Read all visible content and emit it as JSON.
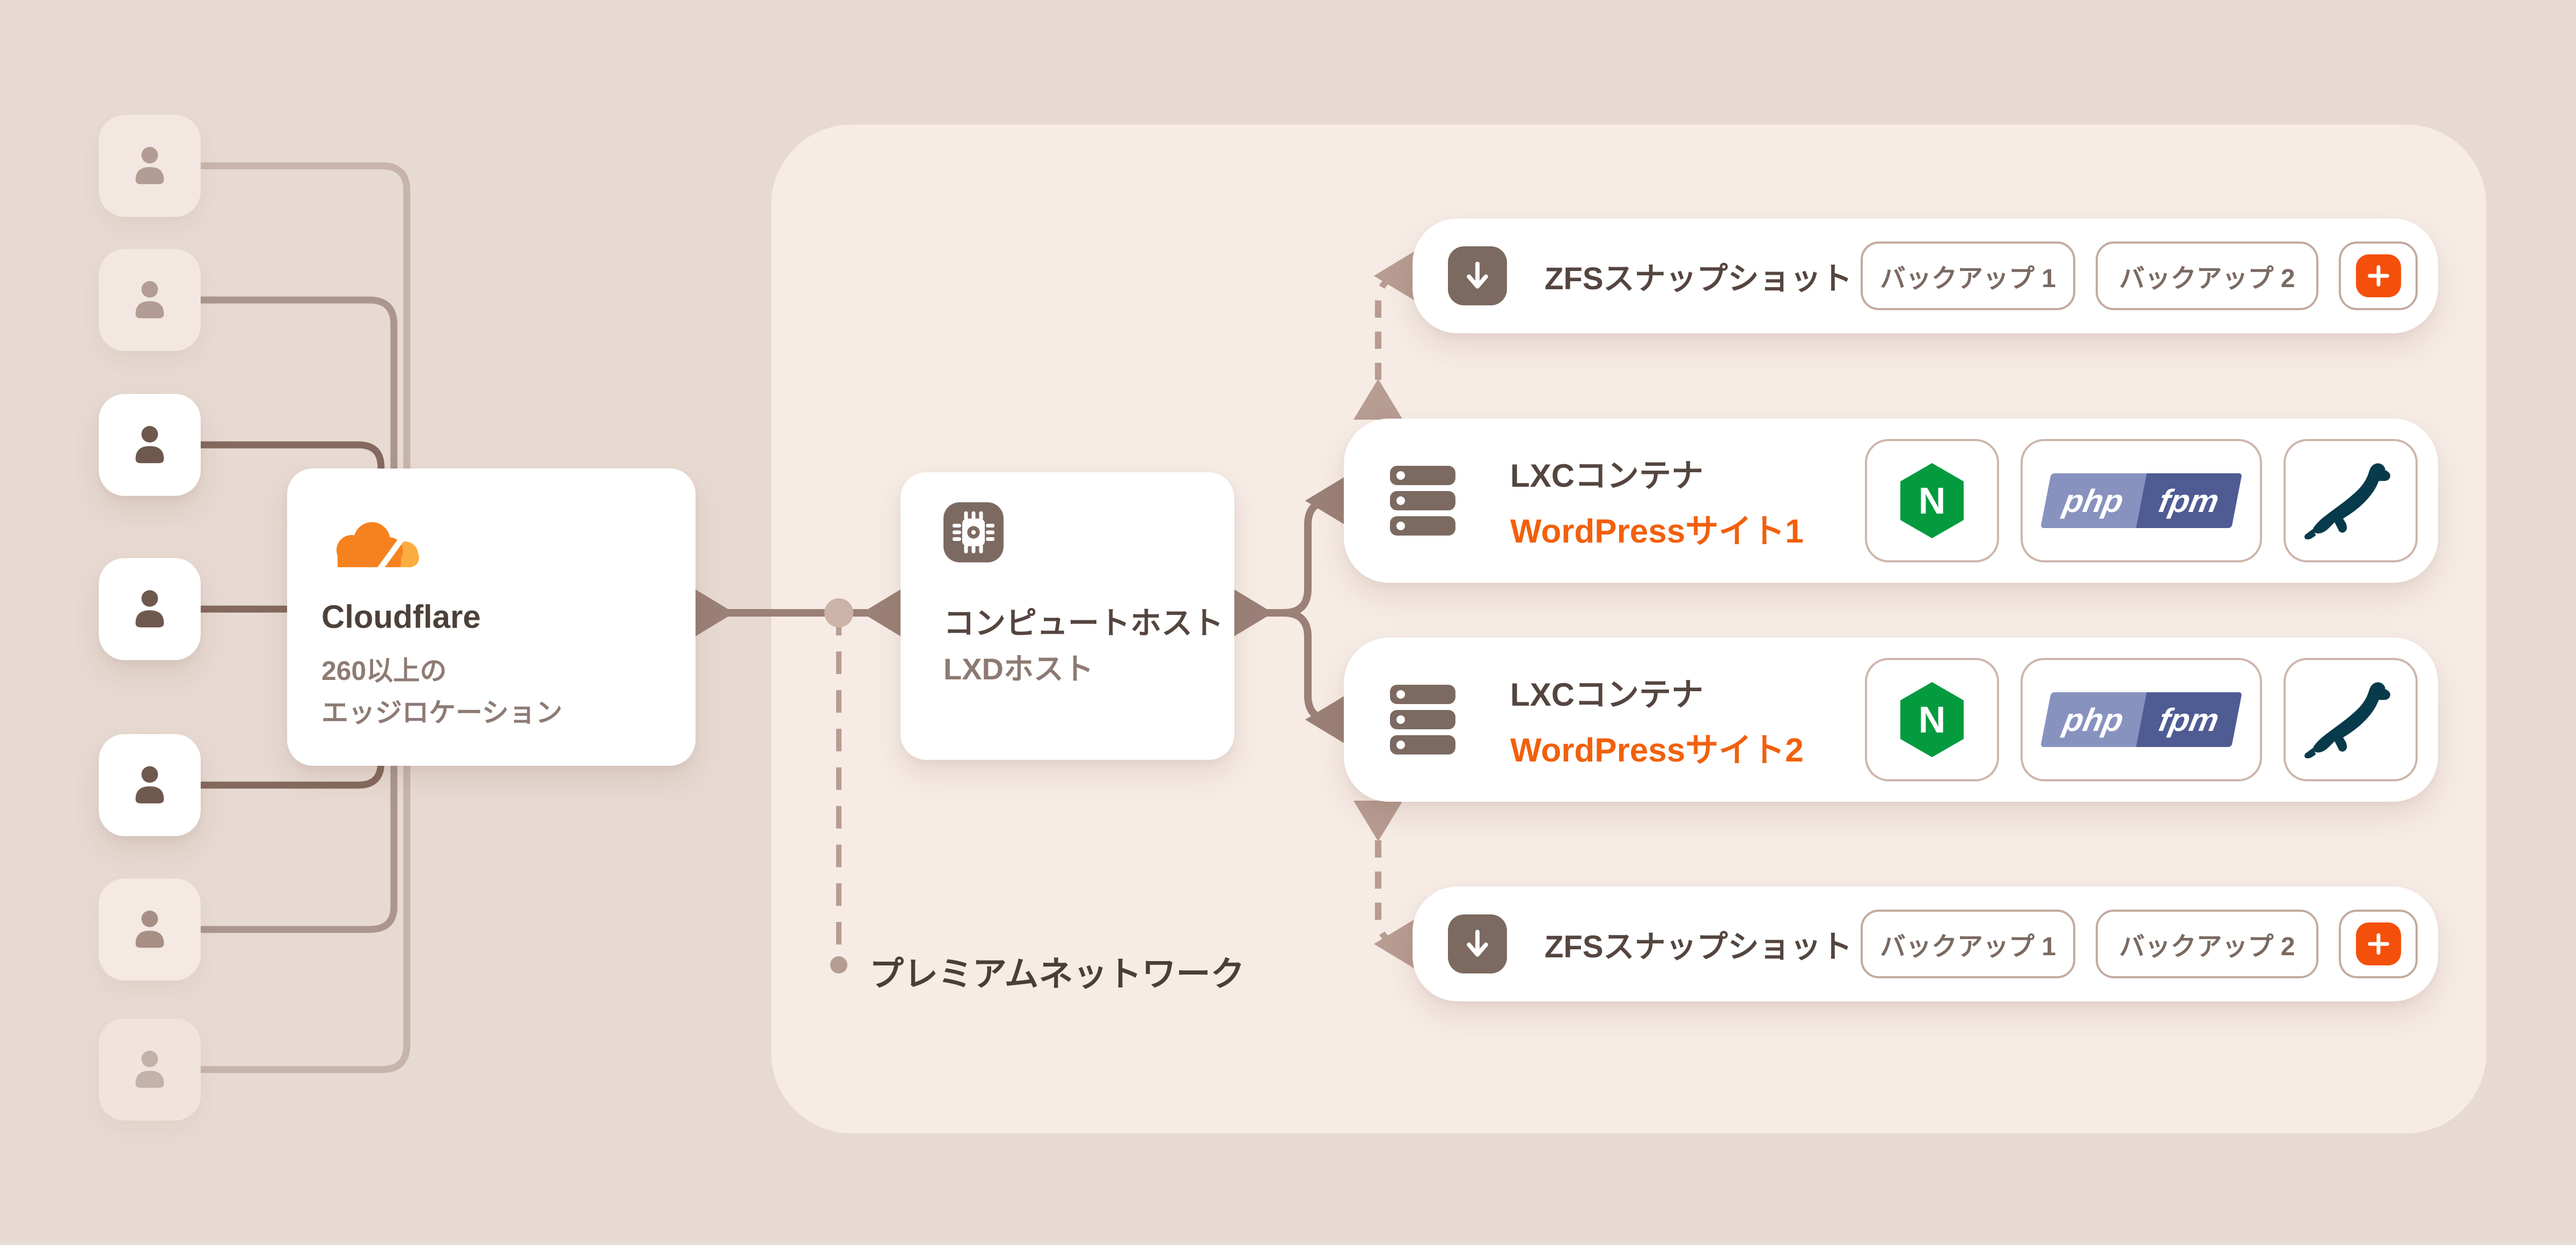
{
  "users": {
    "count": 7,
    "icon": "user-icon",
    "variants": [
      "muted",
      "muted",
      "active",
      "active",
      "active",
      "muted2",
      "faint"
    ]
  },
  "cloudflare_node": {
    "icon": "cloudflare-logo",
    "title": "Cloudflare",
    "subtitle_lines": [
      "260以上の",
      "エッジロケーション"
    ]
  },
  "compute_node": {
    "icon": "cpu-icon",
    "title": "コンピュートホスト",
    "subtitle": "LXDホスト"
  },
  "premium_network": {
    "label": "プレミアムネットワーク"
  },
  "zfs_rows": [
    {
      "icon": "download-icon",
      "label": "ZFSスナップショット",
      "backups": [
        "バックアップ 1",
        "バックアップ 2"
      ],
      "add": "add-icon"
    },
    {
      "icon": "download-icon",
      "label": "ZFSスナップショット",
      "backups": [
        "バックアップ 1",
        "バックアップ 2"
      ],
      "add": "add-icon"
    }
  ],
  "lxc_rows": [
    {
      "icon": "server-stack-icon",
      "title": "LXCコンテナ",
      "site": "WordPressサイト1",
      "services": [
        "nginx",
        "php-fpm",
        "mariadb"
      ]
    },
    {
      "icon": "server-stack-icon",
      "title": "LXCコンテナ",
      "site": "WordPressサイト2",
      "services": [
        "nginx",
        "php-fpm",
        "mariadb"
      ]
    }
  ],
  "logos": {
    "nginx_letter": "N",
    "php_left": "php",
    "php_right": "fpm"
  },
  "colors": {
    "background": "#e7dad2",
    "panel": "#f6ebe5",
    "wire_solid": "#9b8077",
    "wire_dashed": "#b79c92",
    "text_dark": "#55453f",
    "text_secondary": "#8d7b73",
    "wordpress_orange": "#f2600c",
    "add_orange": "#f4500c",
    "cloudflare_orange": "#f6821f",
    "cloudflare_orange_light": "#fbad41",
    "nginx_green": "#049b3f",
    "php_light": "#8892bf",
    "php_dark": "#4f5b93",
    "mariadb_teal": "#073a4a",
    "icon_brown": "#7c6a61"
  }
}
